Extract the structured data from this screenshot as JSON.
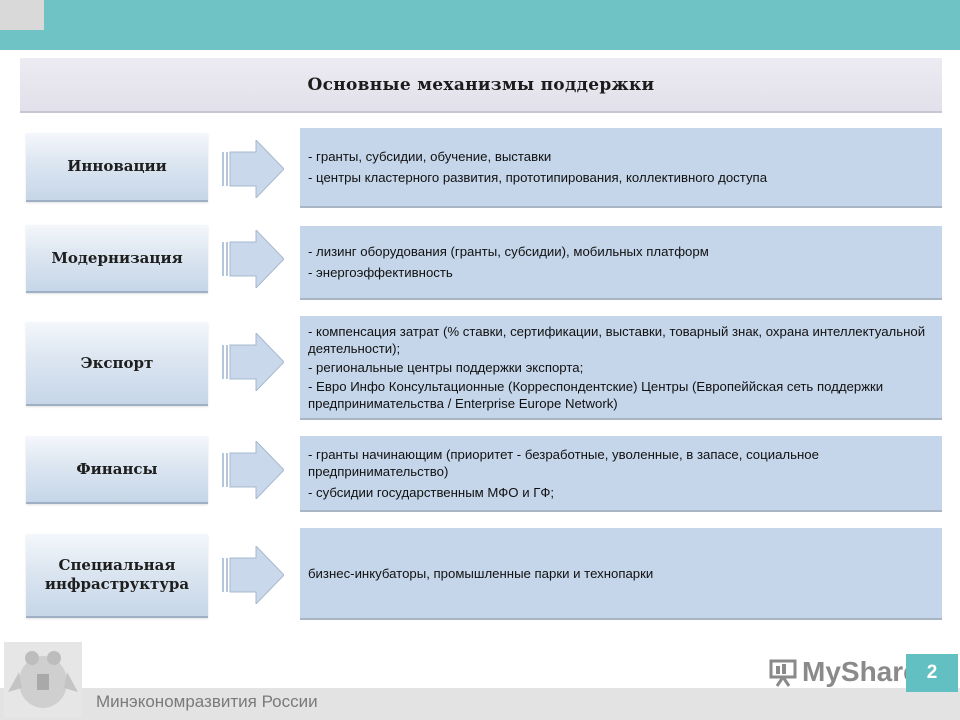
{
  "title": "Основные механизмы поддержки",
  "rows": [
    {
      "category": "Инновации",
      "lines": [
        "- гранты, субсидии, обучение, выставки",
        "- центры кластерного развития, прототипирования, коллективного доступа"
      ]
    },
    {
      "category": "Модернизация",
      "lines": [
        "- лизинг оборудования (гранты, субсидии), мобильных платформ",
        "- энергоэффективность"
      ]
    },
    {
      "category": "Экспорт",
      "lines": [
        "- компенсация затрат (% ставки, сертификации, выставки, товарный знак, охрана интеллектуальной деятельности);",
        "- региональные центры поддержки экспорта;",
        "- Евро Инфо Консультационные (Корреспондентские) Центры (Европеййская сеть поддержки предпринимательства / Enterprise Europe Network)"
      ]
    },
    {
      "category": "Финансы",
      "lines": [
        "- гранты начинающим (приоритет - безработные, уволенные, в запасе, социальное предпринимательство)",
        "- субсидии государственным МФО и ГФ;"
      ]
    },
    {
      "category": "Специальная\nинфраструктура",
      "lines": [
        "бизнес-инкубаторы, промышленные парки и технопарки"
      ]
    }
  ],
  "footer": {
    "ministry": "Минэкономразвития России",
    "watermark": "MyShared",
    "page_number": "2"
  },
  "colors": {
    "topbar": "#6fc3c4",
    "desc_box": "#c5d6ea",
    "arrow": "#c9d8ea",
    "page_badge": "#62bfc2"
  }
}
